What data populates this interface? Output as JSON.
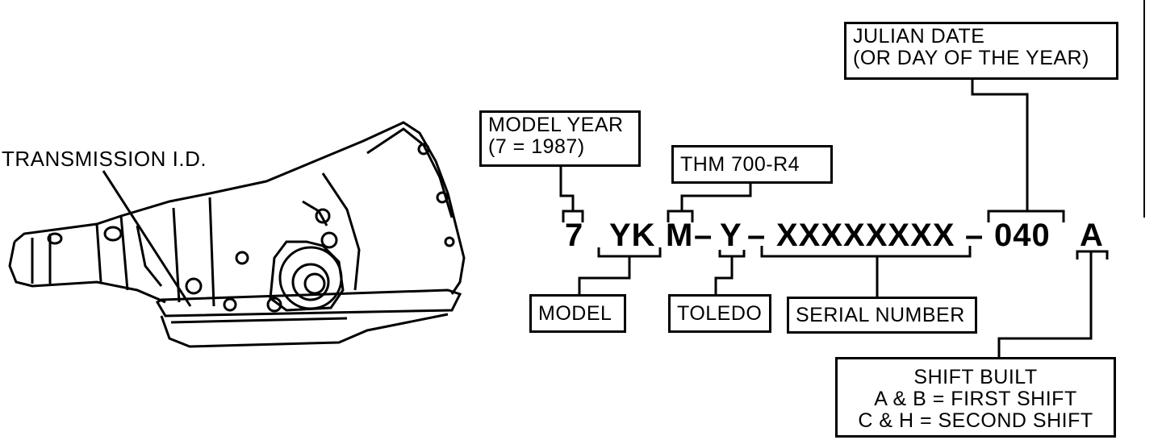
{
  "transmission_label": "TRANSMISSION I.D.",
  "code": {
    "year": "7",
    "model": "YK",
    "type": "M",
    "dash1": "–",
    "plant": "Y",
    "dash2": "–",
    "serial": "XXXXXXXX",
    "dash3": "–",
    "julian": "040",
    "shift": "A"
  },
  "boxes": {
    "model_year": {
      "line1": "MODEL YEAR",
      "line2": "(7  =  1987)"
    },
    "thm": {
      "text": "THM 700-R4"
    },
    "julian": {
      "line1": "JULIAN DATE",
      "line2": "(OR DAY OF THE YEAR)"
    },
    "model": {
      "text": "MODEL"
    },
    "toledo": {
      "text": "TOLEDO"
    },
    "serial": {
      "text": "SERIAL NUMBER"
    },
    "shift": {
      "line1": "SHIFT BUILT",
      "line2": "A & B  =  FIRST SHIFT",
      "line3": "C & H  =  SECOND SHIFT"
    }
  }
}
